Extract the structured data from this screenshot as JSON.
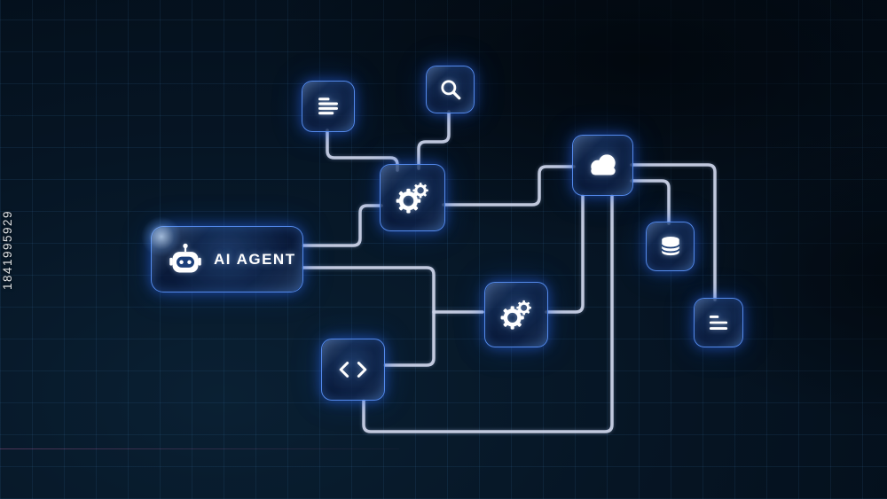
{
  "watermark": {
    "id_text": "1841995929"
  },
  "agent": {
    "label": "AI AGENT",
    "icon": "robot-icon"
  },
  "nodes": [
    {
      "id": "document-node",
      "icon": "document-lines-icon"
    },
    {
      "id": "search-node",
      "icon": "search-icon"
    },
    {
      "id": "process-gears-node",
      "icon": "gears-icon"
    },
    {
      "id": "cloud-node",
      "icon": "cloud-icon"
    },
    {
      "id": "database-node",
      "icon": "database-icon"
    },
    {
      "id": "list-node",
      "icon": "list-lines-icon"
    },
    {
      "id": "automation-gears-node",
      "icon": "gears-icon"
    },
    {
      "id": "code-node",
      "icon": "code-icon"
    }
  ],
  "colors": {
    "background": "#04101c",
    "grid_line": "#1c4a6e",
    "node_border": "#5c96ff",
    "node_fill": "#12294f",
    "node_glow": "#2e6bff",
    "connector": "#ccd3e8",
    "icon": "#ffffff"
  }
}
